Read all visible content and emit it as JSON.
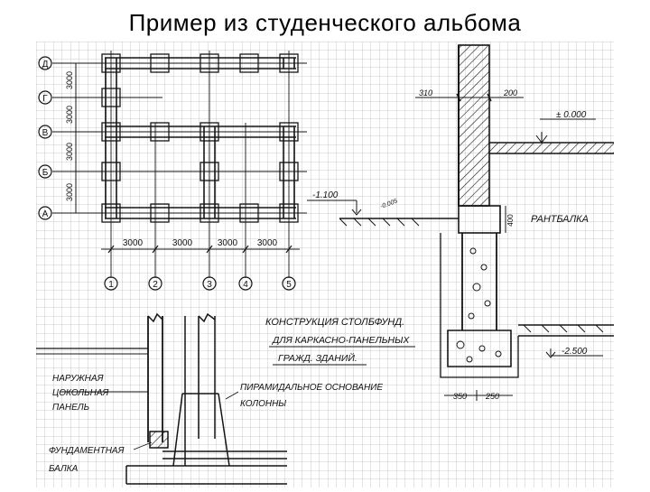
{
  "slide": {
    "title": "Пример из студенческого альбома"
  },
  "plan": {
    "row_axes": [
      "Д",
      "Г",
      "В",
      "Б",
      "А"
    ],
    "row_spacings": [
      "3000",
      "3000",
      "3000",
      "3000"
    ],
    "col_axes": [
      "1",
      "2",
      "3",
      "4",
      "5"
    ],
    "col_spacings": [
      "3000",
      "3000",
      "3000",
      "3000"
    ]
  },
  "section": {
    "dim_310": "310",
    "dim_200": "200",
    "level_top": "± 0.000",
    "level_ground": "-1.100",
    "level_ground_small": "-0.005",
    "dim_400": "400",
    "label_beam": "РАНТБАЛКА",
    "level_bottom": "-2.500",
    "dim_350": "350",
    "dim_250": "250"
  },
  "notes": {
    "design_title": "КОНСТРУКЦИЯ СТОЛБФУНД.",
    "design_line2": "ДЛЯ КАРКАСНО-ПАНЕЛЬНЫХ",
    "design_line3": "ГРАЖД. ЗДАНИЙ."
  },
  "detail": {
    "panel_line1": "НАРУЖНАЯ",
    "panel_line2": "ЦОКОЛЬНАЯ",
    "panel_line3": "ПАНЕЛЬ",
    "pyramid_line1": "ПИРАМИДАЛЬНОЕ ОСНОВАНИЕ",
    "pyramid_line2": "КОЛОННЫ",
    "beam_line1": "ФУНДАМЕНТНАЯ",
    "beam_line2": "БАЛКА"
  },
  "colors": {
    "grid": "#b9b9b9",
    "ink": "#151515"
  }
}
